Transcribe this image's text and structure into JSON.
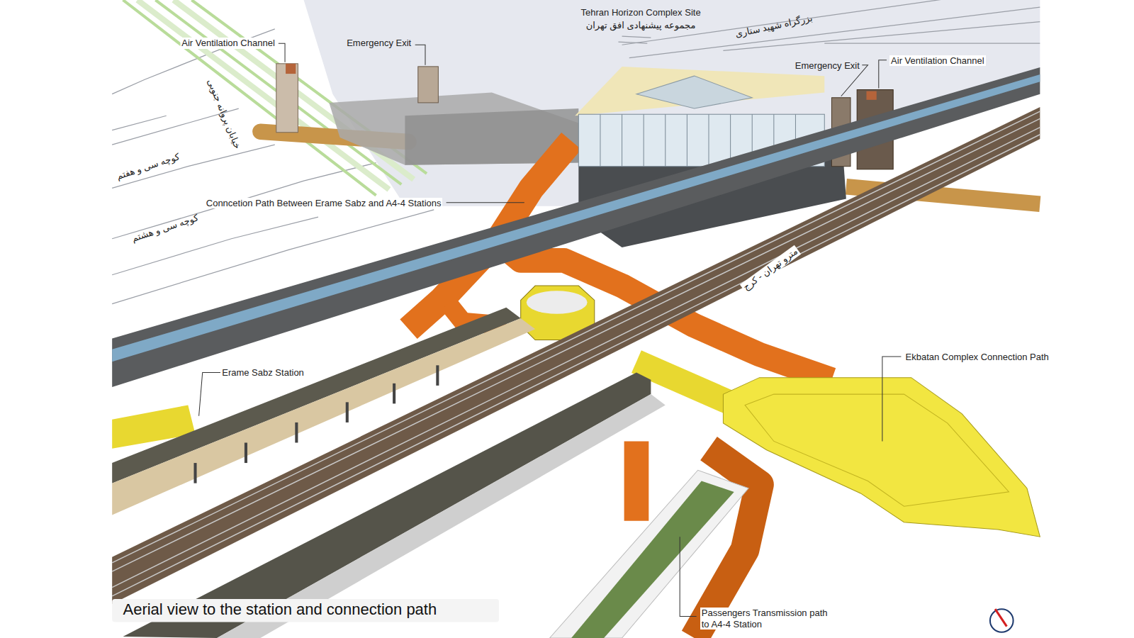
{
  "diagram": {
    "caption": "Aerial view to the station and connection path",
    "labels": [
      "Tehran Horizon Complex Site",
      "مجموعه پیشنهادی افق تهران",
      "بزرگراه شهید ستاری",
      "Air Ventilation Channel",
      "Emergency Exit",
      "Emergency Exit",
      "Air Ventilation Channel",
      "خیابان پروانه جنوبی",
      "کوچه سی و هفتم",
      "کوچه سی و هشتم",
      "Conncetion Path Between Erame Sabz and A4-4 Stations",
      "مترو تهران - کرج",
      "Ekbatan Complex Connection Path",
      "Erame Sabz Station",
      "Passengers Transmission path to A4-4 Station"
    ]
  }
}
